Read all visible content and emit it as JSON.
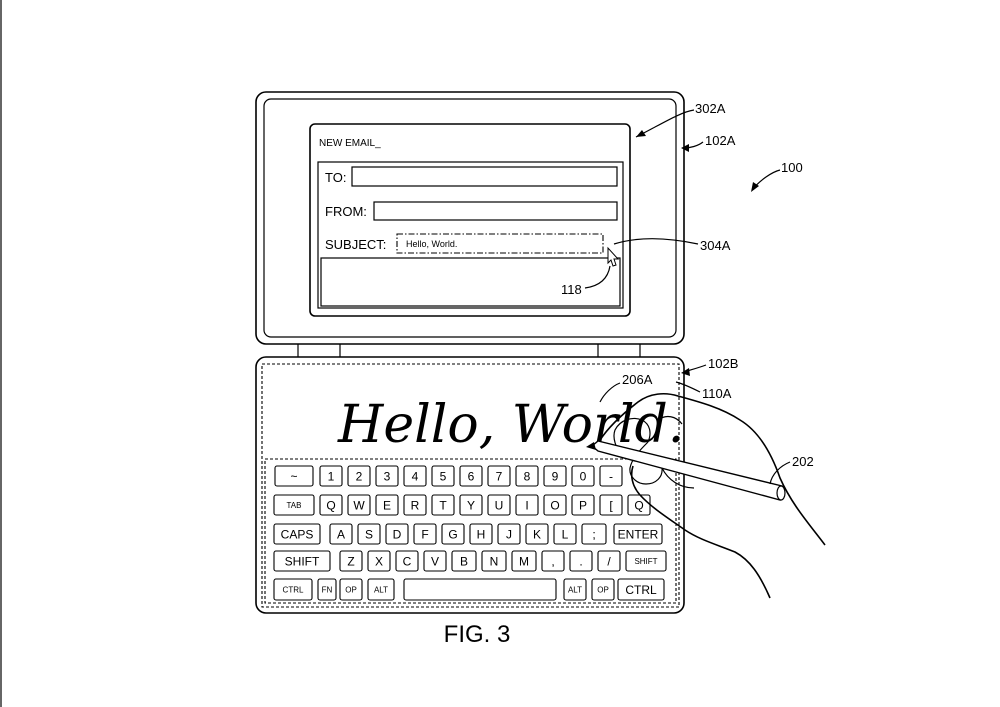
{
  "figure": {
    "caption": "FIG. 3",
    "references": {
      "device": "100",
      "upper_panel": "102A",
      "upper_window": "302A",
      "subject_field": "304A",
      "cursor": "118",
      "lower_panel": "102B",
      "ink_area": "206A",
      "input_surface": "110A",
      "stylus": "202"
    }
  },
  "email": {
    "title": "NEW EMAIL_",
    "to_label": "TO:",
    "from_label": "FROM:",
    "subject_label": "SUBJECT:",
    "subject_value": "Hello, World."
  },
  "handwriting": "Hello, World.",
  "keyboard": {
    "rows": [
      [
        "~",
        "1",
        "2",
        "3",
        "4",
        "5",
        "6",
        "7",
        "8",
        "9",
        "0",
        "-"
      ],
      [
        "TAB",
        "Q",
        "W",
        "E",
        "R",
        "T",
        "Y",
        "U",
        "I",
        "O",
        "P",
        "[",
        "Q"
      ],
      [
        "CAPS",
        "A",
        "S",
        "D",
        "F",
        "G",
        "H",
        "J",
        "K",
        "L",
        ";",
        "ENTER"
      ],
      [
        "SHIFT",
        "Z",
        "X",
        "C",
        "V",
        "B",
        "N",
        "M",
        ",",
        ".",
        "/",
        "SHIFT"
      ],
      [
        "CTRL",
        "FN",
        "OP",
        "ALT",
        "",
        "ALT",
        "OP",
        "CTRL"
      ]
    ]
  }
}
